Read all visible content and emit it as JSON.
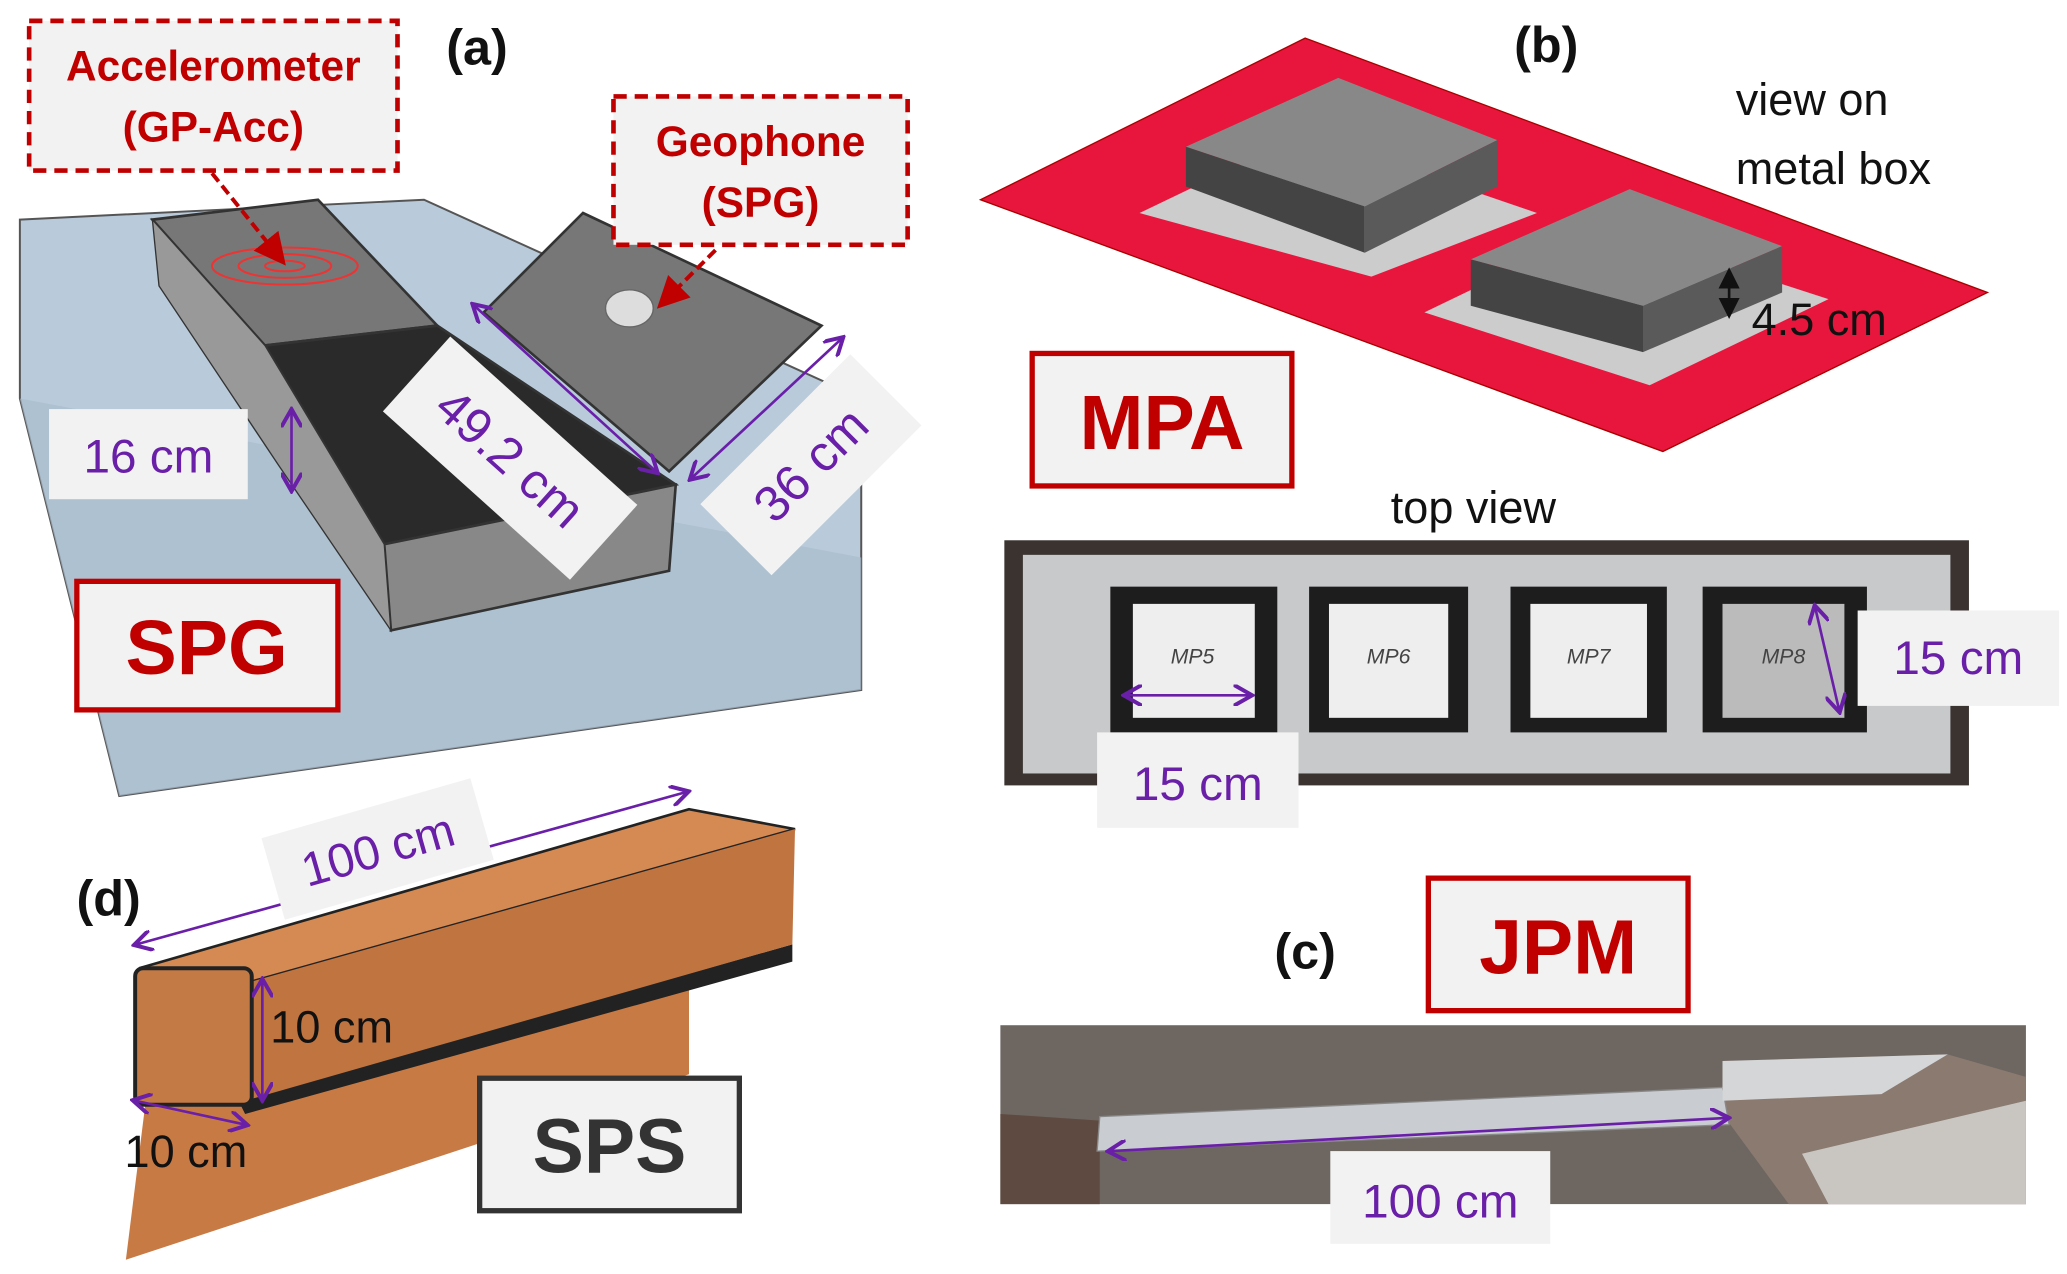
{
  "panels": {
    "a": {
      "label": "(a)",
      "title": "SPG",
      "callout_accelerometer": [
        "Accelerometer",
        "(GP-Acc)"
      ],
      "callout_geophone": [
        "Geophone",
        "(SPG)"
      ],
      "dim_height": "16 cm",
      "dim_length": "49.2 cm",
      "dim_width": "36 cm"
    },
    "b": {
      "label": "(b)",
      "title": "MPA",
      "note": [
        "view on",
        "metal box"
      ],
      "dim_box": "4.5 cm",
      "top_view": "top view",
      "dim_w": "15 cm",
      "dim_h": "15 cm",
      "plate_labels": [
        "MP5",
        "MP6",
        "MP7",
        "MP8"
      ]
    },
    "c": {
      "label": "(c)",
      "title": "JPM",
      "dim_length": "100 cm"
    },
    "d": {
      "label": "(d)",
      "title": "SPS",
      "dim_length": "100 cm",
      "dim_h": "10 cm",
      "dim_w": "10 cm"
    }
  },
  "colors": {
    "accent_red": "#c00000",
    "dimension_purple": "#6a1fa8",
    "mpa_plate": "#e8163c",
    "sps_orange": "#c87a45",
    "spg_blue": "#b9cbdb"
  }
}
